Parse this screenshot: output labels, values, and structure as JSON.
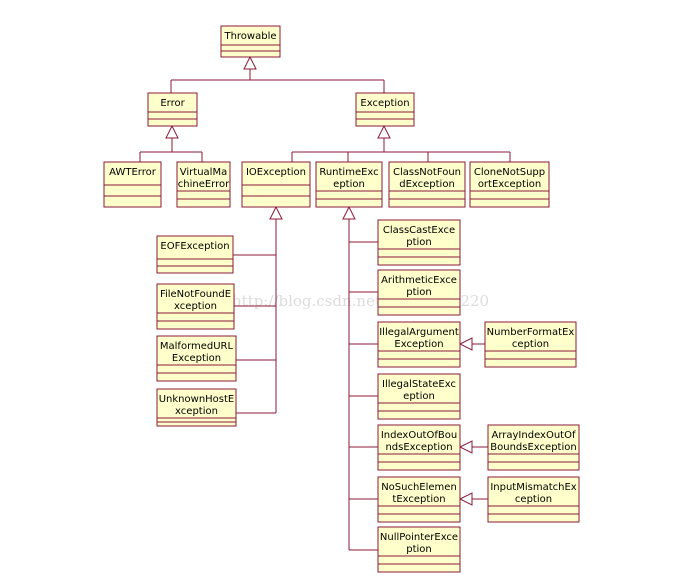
{
  "colors": {
    "box_fill": "#ffffcc",
    "box_stroke": "#8b1a3a",
    "line": "#8b1a3a",
    "arrow_fill": "#ffffff"
  },
  "watermark": "http://blog.csdn.net/qq_33657220",
  "classes": {
    "throwable": [
      "Throwable"
    ],
    "error": [
      "Error"
    ],
    "exception": [
      "Exception"
    ],
    "awt_error": [
      "AWTError"
    ],
    "vm_error": [
      "VirtualMa",
      "chineError"
    ],
    "io_exception": [
      "IOException"
    ],
    "runtime_exception": [
      "RuntimeExc",
      "eption"
    ],
    "class_not_found": [
      "ClassNotFoun",
      "dException"
    ],
    "clone_not_supported": [
      "CloneNotSupp",
      "ortException"
    ],
    "eof_exception": [
      "EOFException"
    ],
    "file_not_found": [
      "FileNotFoundE",
      "xception"
    ],
    "malformed_url": [
      "MalformedURL",
      "Exception"
    ],
    "unknown_host": [
      "UnknownHostE",
      "xception"
    ],
    "class_cast": [
      "ClassCastExce",
      "ption"
    ],
    "arithmetic": [
      "ArithmeticExce",
      "ption"
    ],
    "illegal_argument": [
      "IllegalArgument",
      "Exception"
    ],
    "illegal_state": [
      "IllegalStateExc",
      "eption"
    ],
    "index_out_of_bounds": [
      "IndexOutOfBou",
      "ndsException"
    ],
    "no_such_element": [
      "NoSuchElemen",
      "tException"
    ],
    "null_pointer": [
      "NullPointerExce",
      "ption"
    ],
    "number_format": [
      "NumberFormatEx",
      "ception"
    ],
    "array_index": [
      "ArrayIndexOutOf",
      "BoundsException"
    ],
    "input_mismatch": [
      "InputMismatchEx",
      "ception"
    ]
  }
}
